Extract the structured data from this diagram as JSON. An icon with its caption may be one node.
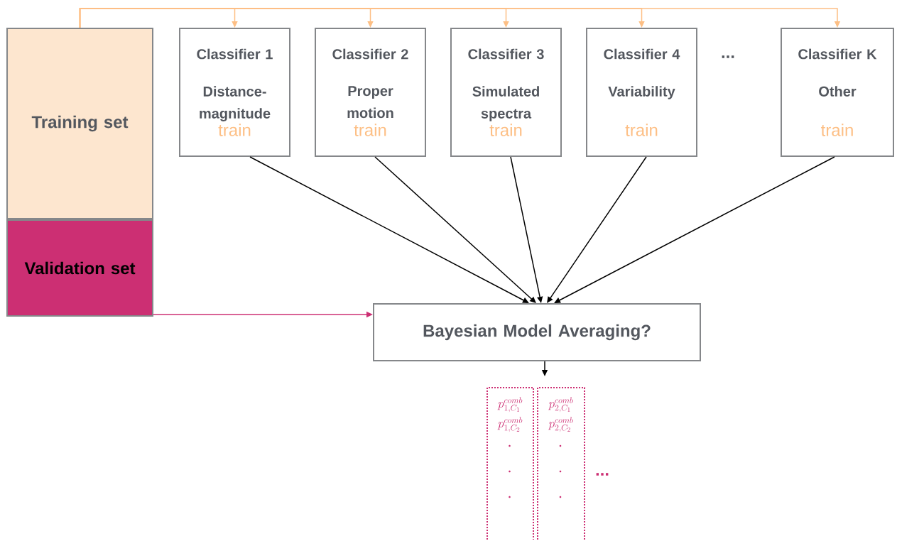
{
  "diagram": {
    "nodes": [
      {
        "text": [
          "Training set"
        ]
      },
      {
        "text": [
          "Validation set"
        ]
      },
      {
        "text": [
          "Classifier 1",
          "Distance-magnitude",
          "train"
        ]
      },
      {
        "text": [
          "Classifier 2",
          "Proper motion",
          "train"
        ]
      },
      {
        "text": [
          "Classifier 3",
          "Simulated spectra",
          "train"
        ]
      },
      {
        "text": [
          "Classifier 4",
          "Variability",
          "train"
        ]
      },
      {
        "text": [
          "Classifier K",
          "Other",
          "train"
        ]
      },
      {
        "text": [
          "Bayesian Model Averaging?"
        ]
      },
      {
        "text": [
          "p^{comb}_{1,C_1}",
          "p^{comb}_{1,C_2}"
        ]
      },
      {
        "text": [
          "p^{comb}_{2,C_1}",
          "p^{comb}_{2,C_2}"
        ]
      }
    ],
    "edges": [
      {
        "from": 0,
        "to": 2,
        "arrow": "to",
        "color": "#fdbf85"
      },
      {
        "from": 0,
        "to": 3,
        "arrow": "to",
        "color": "#fdbf85"
      },
      {
        "from": 0,
        "to": 4,
        "arrow": "to",
        "color": "#fdbf85"
      },
      {
        "from": 0,
        "to": 5,
        "arrow": "to",
        "color": "#fdbf85"
      },
      {
        "from": 0,
        "to": 6,
        "arrow": "to",
        "color": "#fdbf85"
      },
      {
        "from": 2,
        "to": 7,
        "arrow": "to"
      },
      {
        "from": 3,
        "to": 7,
        "arrow": "to"
      },
      {
        "from": 4,
        "to": 7,
        "arrow": "to"
      },
      {
        "from": 5,
        "to": 7,
        "arrow": "to"
      },
      {
        "from": 6,
        "to": 7,
        "arrow": "to"
      },
      {
        "from": 1,
        "to": 7,
        "arrow": "to",
        "color": "#cc2f73"
      },
      {
        "from": 7,
        "to": null,
        "arrow": "to"
      }
    ],
    "labels": [
      "...",
      "..."
    ]
  }
}
